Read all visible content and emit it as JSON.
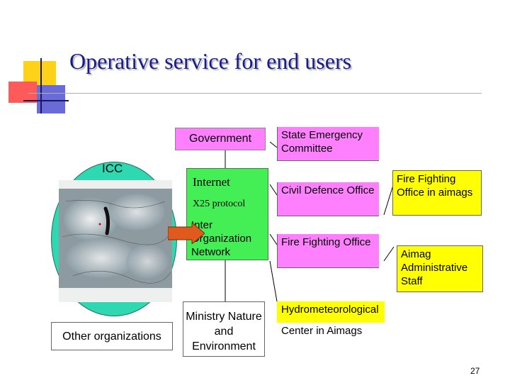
{
  "slide": {
    "title": "Operative service for end users",
    "page_number": "27"
  },
  "diagram": {
    "government": "Government",
    "icc": "ICC",
    "internet": "Internet",
    "x25": "X25 protocol",
    "inter_org": "Inter Organization Network",
    "ministry": "Ministry Nature and Environment",
    "other_orgs": "Other organizations",
    "state_emergency": "State Emergency Committee",
    "civil_defence": "Civil Defence Office",
    "fire_fighting": "Fire Fighting Office",
    "hydromet_line1": "Hydrometeorological",
    "hydromet_line2": "Center in Aimags",
    "fire_fighting_aimags": "Fire Fighting Office in aimags",
    "aimag_admin": "Aimag Administrative Staff"
  },
  "colors": {
    "title": "#1a1a8c",
    "pink_box": "#ff80ff",
    "green_box": "#44ee55",
    "icc_ellipse": "#2ed8b0",
    "yellow_box": "#ffff00",
    "arrow": "#e05a1e"
  }
}
